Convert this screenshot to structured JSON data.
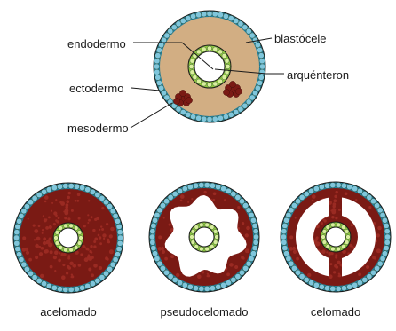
{
  "labels": {
    "endodermo": "endodermo",
    "blastocele": "blastócele",
    "arquenteron": "arquénteron",
    "ectodermo": "ectodermo",
    "mesodermo": "mesodermo"
  },
  "captions": {
    "acelomado": "acelomado",
    "pseudocelomado": "pseudocelomado",
    "celomado": "celomado"
  },
  "colors": {
    "ectoderm": "#1f7f9c",
    "ectoderm_cell": "#7fc6dc",
    "blastocoel": "#d2ae83",
    "endoderm": "#8dc63f",
    "endoderm_cell": "#d9ef9c",
    "mesoderm": "#7a1a14",
    "mesoderm_cell": "#9a2a22",
    "cavity": "#ffffff",
    "stroke": "#1a1a1a"
  },
  "icons": {
    "ectoderm_ring": "ring-of-cells-icon",
    "endoderm_ring": "ring-of-cells-icon",
    "mesoderm_cluster": "cell-cluster-icon"
  }
}
